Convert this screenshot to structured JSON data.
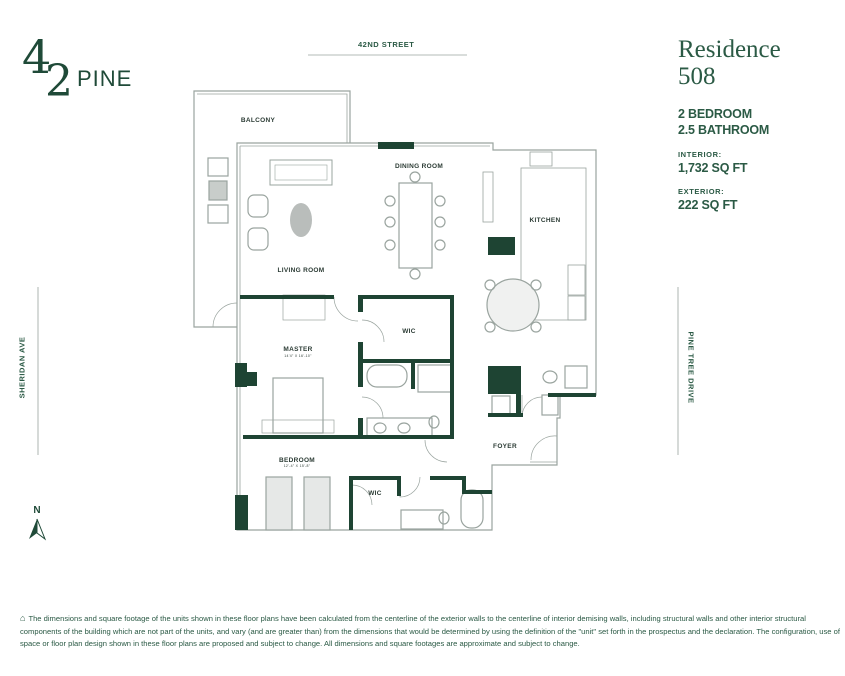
{
  "logo": {
    "digit1": "4",
    "digit2": "2",
    "word": "PINE"
  },
  "residence": {
    "title_line1": "Residence",
    "title_line2": "508",
    "bedrooms": "2 BEDROOM",
    "bathrooms": "2.5 BATHROOM",
    "interior_label": "INTERIOR:",
    "interior_value": "1,732 SQ FT",
    "exterior_label": "EXTERIOR:",
    "exterior_value": "222 SQ FT"
  },
  "streets": {
    "top": "42ND STREET",
    "left": "SHERIDAN AVE",
    "right": "PINE TREE DRIVE"
  },
  "compass": {
    "label": "N"
  },
  "rooms": {
    "balcony": "BALCONY",
    "dining": "DINING ROOM",
    "living": "LIVING ROOM",
    "kitchen": "KITCHEN",
    "master": "MASTER",
    "master_dims": "14'4\" X 16'-10\"",
    "wic1": "WIC",
    "bedroom": "BEDROOM",
    "bedroom_dims": "12'-4\" X 15'-8\"",
    "wic2": "WIC",
    "foyer": "FOYER"
  },
  "colors": {
    "brand_green": "#1f4a38",
    "wall": "#1e4433"
  },
  "footer": {
    "icon": "home-icon",
    "text": "The dimensions and square footage of the units shown in these floor plans have been calculated from the centerline of the exterior walls to the centerline of interior demising walls, including structural walls and other interior structural components of the building which are not part of the units, and vary (and are greater than) from the dimensions that would be determined by using the definition of the \"unit\" set forth in the prospectus and the declaration. The configuration, use of space or floor plan design shown in these floor plans are proposed and subject to change.  All dimensions and square footages are approximate and subject to change."
  }
}
